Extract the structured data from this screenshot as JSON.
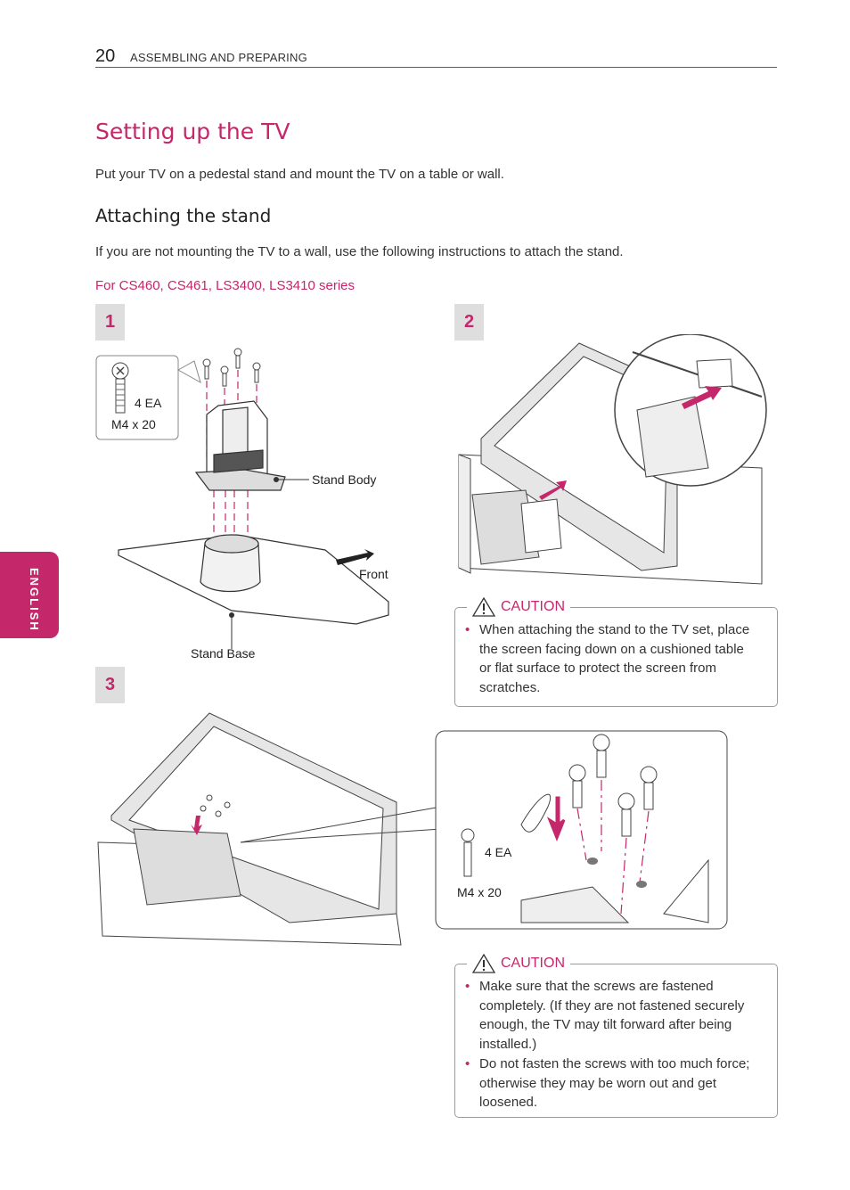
{
  "header": {
    "page_number": "20",
    "section": "ASSEMBLING AND PREPARING"
  },
  "title": "Setting up the TV",
  "intro": "Put your TV on a pedestal stand and mount the TV on a table or wall.",
  "subtitle": "Attaching the stand",
  "instruction": "If you are not mounting the TV to a wall, use the following instructions to attach the stand.",
  "series_note": "For CS460, CS461, LS3400, LS3410 series",
  "side_tab": "ENGLISH",
  "steps": {
    "s1": {
      "num": "1",
      "screw_qty": "4 EA",
      "screw_size": "M4 x 20",
      "label_body": "Stand Body",
      "label_front": "Front",
      "label_base": "Stand Base"
    },
    "s2": {
      "num": "2"
    },
    "s3": {
      "num": "3",
      "screw_qty": "4 EA",
      "screw_size": "M4 x 20"
    }
  },
  "caution1": {
    "title": "CAUTION",
    "items": [
      "When attaching the stand to the TV set, place the screen facing down on a cushioned table or flat surface to protect the screen from scratches."
    ]
  },
  "caution2": {
    "title": "CAUTION",
    "items": [
      "Make sure that the screws are fastened completely. (If they are not fastened securely enough, the TV may tilt forward after being installed.)",
      "Do not fasten the screws with too much force; otherwise they may be worn out and get loosened."
    ]
  },
  "colors": {
    "accent": "#c4276a",
    "step_bg": "#dedede"
  }
}
